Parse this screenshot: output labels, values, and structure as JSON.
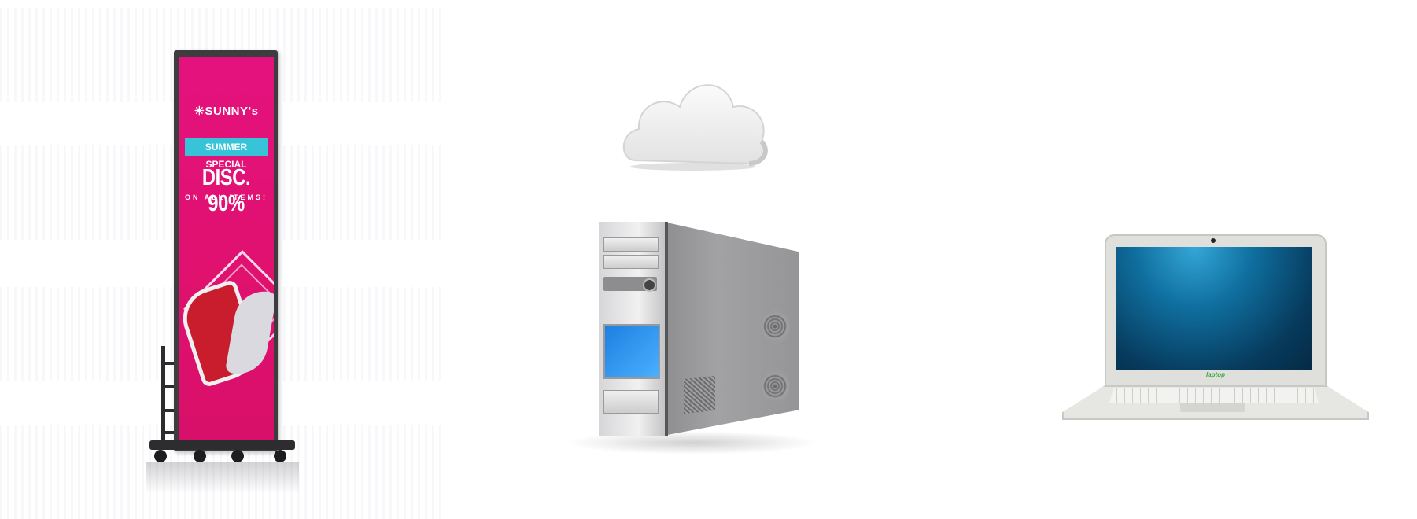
{
  "scene": {
    "description_items": [
      "led-poster",
      "cloud",
      "computer-tower",
      "laptop"
    ]
  },
  "poster": {
    "logo_text": "☀SUNNY's",
    "banner_text": "SUMMER SPECIAL",
    "headline": "DISC. 90%",
    "subline": "ON ALL ITEMS!",
    "screen_color": "#e4127e",
    "banner_color": "#38c4d8"
  },
  "laptop": {
    "brand_text": "laptop",
    "screen_color": "#0f6f9f"
  },
  "icons": {
    "cloud": "cloud-icon",
    "tower": "computer-tower-icon",
    "laptop": "laptop-icon",
    "poster": "led-poster-icon"
  }
}
